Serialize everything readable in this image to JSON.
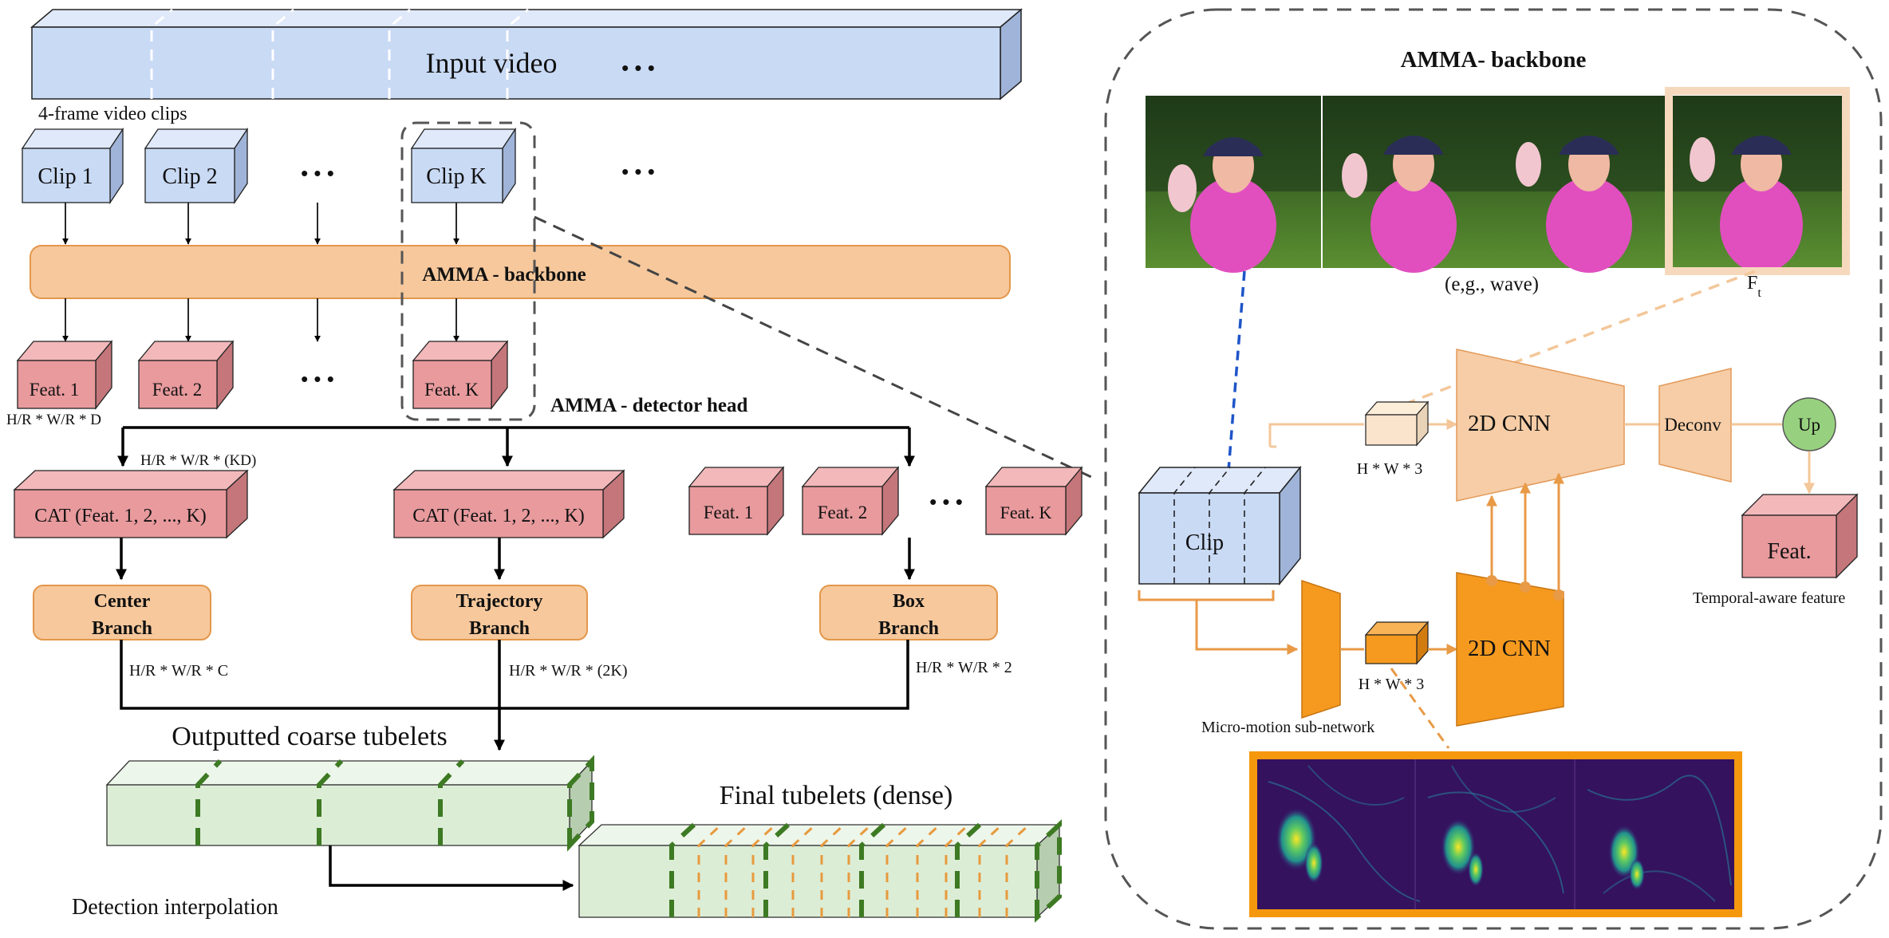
{
  "colors": {
    "blue_face": "#c9daf5",
    "blue_top": "#dfe9fa",
    "blue_side": "#9fb4d8",
    "red_face": "#e89a9d",
    "red_top": "#f2b8ba",
    "red_side": "#c4767a",
    "orange_box": "#f6c89c",
    "orange_border": "#e3974b",
    "peach": "#f6cda6",
    "dark_orange": "#f59a1f",
    "green_face": "#dcedd6",
    "green_top": "#edf6ea",
    "green_side": "#b7cdb0",
    "green_dash": "#3d7a23",
    "orange_dash": "#e79a3e",
    "up_circle": "#97d17f",
    "dashed_line_blue": "#1e55c8"
  },
  "input": {
    "video_label": "Input video",
    "clips_label": "4-frame video clips",
    "ellipsis": "• • •",
    "clips": [
      "Clip 1",
      "Clip 2",
      "Clip K"
    ]
  },
  "backbone_bar": "AMMA - backbone",
  "features": {
    "labels": [
      "Feat. 1",
      "Feat. 2",
      "Feat. K"
    ],
    "dim": "H/R * W/R * D"
  },
  "detector_head": {
    "title": "AMMA - detector head",
    "cat_dim": "H/R * W/R * (KD)",
    "cat_label": "CAT (Feat. 1, 2, ..., K)",
    "box_feats": [
      "Feat. 1",
      "Feat. 2",
      "Feat. K"
    ],
    "branches": [
      {
        "line1": "Center",
        "line2": "Branch",
        "dim": "H/R * W/R * C"
      },
      {
        "line1": "Trajectory",
        "line2": "Branch",
        "dim": "H/R * W/R * (2K)"
      },
      {
        "line1": "Box",
        "line2": "Branch",
        "dim": "H/R * W/R * 2"
      }
    ]
  },
  "outputs": {
    "coarse": "Outputted coarse tubelets",
    "final": "Final tubelets (dense)",
    "interp": "Detection interpolation"
  },
  "panel": {
    "title": "AMMA- backbone",
    "frames_caption": "(e,g., wave)",
    "ft_label": "F",
    "ft_sub": "t",
    "clip_label": "Clip",
    "hw3_top": "H * W * 3",
    "hw3_bottom": "H * W * 3",
    "cnn_top": "2D CNN",
    "cnn_bottom": "2D CNN",
    "deconv": "Deconv",
    "up": "Up",
    "feat": "Feat.",
    "temporal": "Temporal-aware feature",
    "micro": "Micro-motion sub-network"
  }
}
